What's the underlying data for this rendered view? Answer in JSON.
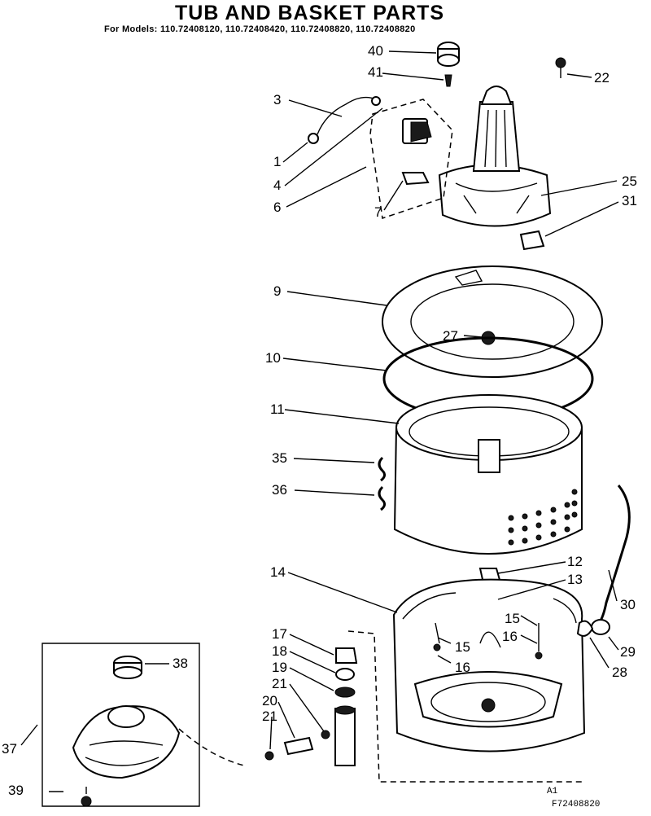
{
  "title": "TUB AND BASKET PARTS",
  "models_line": "For Models: 110.72408120, 110.72408420, 110.72408820, 110.72408820",
  "callouts": [
    {
      "id": "c40",
      "text": "40"
    },
    {
      "id": "c41",
      "text": "41"
    },
    {
      "id": "c22",
      "text": "22"
    },
    {
      "id": "c3",
      "text": "3"
    },
    {
      "id": "c1",
      "text": "1"
    },
    {
      "id": "c4",
      "text": "4"
    },
    {
      "id": "c6",
      "text": "6"
    },
    {
      "id": "c7",
      "text": "7"
    },
    {
      "id": "c25",
      "text": "25"
    },
    {
      "id": "c31",
      "text": "31"
    },
    {
      "id": "c9",
      "text": "9"
    },
    {
      "id": "c27",
      "text": "27"
    },
    {
      "id": "c10",
      "text": "10"
    },
    {
      "id": "c11",
      "text": "11"
    },
    {
      "id": "c35",
      "text": "35"
    },
    {
      "id": "c36",
      "text": "36"
    },
    {
      "id": "c12",
      "text": "12"
    },
    {
      "id": "c13",
      "text": "13"
    },
    {
      "id": "c14",
      "text": "14"
    },
    {
      "id": "c30",
      "text": "30"
    },
    {
      "id": "c15a",
      "text": "15"
    },
    {
      "id": "c15b",
      "text": "15"
    },
    {
      "id": "c16a",
      "text": "16"
    },
    {
      "id": "c16b",
      "text": "16"
    },
    {
      "id": "c29",
      "text": "29"
    },
    {
      "id": "c28",
      "text": "28"
    },
    {
      "id": "c17",
      "text": "17"
    },
    {
      "id": "c18",
      "text": "18"
    },
    {
      "id": "c19",
      "text": "19"
    },
    {
      "id": "c21a",
      "text": "21"
    },
    {
      "id": "c20",
      "text": "20"
    },
    {
      "id": "c21b",
      "text": "21"
    },
    {
      "id": "c38",
      "text": "38"
    },
    {
      "id": "c37",
      "text": "37"
    },
    {
      "id": "c39",
      "text": "39"
    }
  ],
  "footer": {
    "code_a": "A1",
    "code_b": "F72408820"
  }
}
